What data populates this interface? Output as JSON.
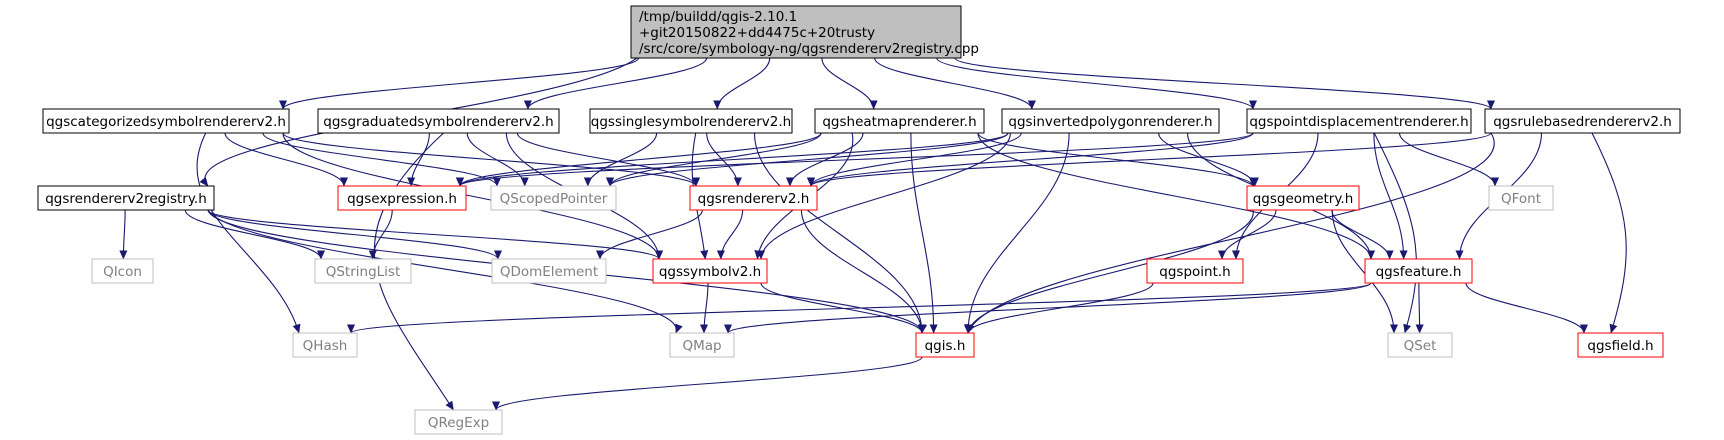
{
  "colors": {
    "edge": "#191970",
    "root_fill": "#bfbfbf",
    "root_border": "#000000",
    "normal_border": "#000000",
    "red_border": "#ff0000",
    "gray_border": "#bfbfbf",
    "gray_text": "#808080",
    "text": "#000000"
  },
  "nodes": [
    {
      "id": "root",
      "lines": [
        "/tmp/buildd/qgis-2.10.1",
        "+git20150822+dd4475c+20trusty",
        "/src/core/symbology-ng/qgsrendererv2registry.cpp"
      ],
      "style": "root"
    },
    {
      "id": "cat",
      "label": "qgscategorizedsymbolrendererv2.h",
      "style": "normal"
    },
    {
      "id": "grad",
      "label": "qgsgraduatedsymbolrendererv2.h",
      "style": "normal"
    },
    {
      "id": "single",
      "label": "qgssinglesymbolrendererv2.h",
      "style": "normal"
    },
    {
      "id": "heat",
      "label": "qgsheatmaprenderer.h",
      "style": "normal"
    },
    {
      "id": "inv",
      "label": "qgsinvertedpolygonrenderer.h",
      "style": "normal"
    },
    {
      "id": "pd",
      "label": "qgspointdisplacementrenderer.h",
      "style": "normal"
    },
    {
      "id": "rule",
      "label": "qgsrulebasedrendererv2.h",
      "style": "normal"
    },
    {
      "id": "reg",
      "label": "qgsrendererv2registry.h",
      "style": "normal"
    },
    {
      "id": "expr",
      "label": "qgsexpression.h",
      "style": "red"
    },
    {
      "id": "scoped",
      "label": "QScopedPointer",
      "style": "gray"
    },
    {
      "id": "rendv2",
      "label": "qgsrendererv2.h",
      "style": "red"
    },
    {
      "id": "geom",
      "label": "qgsgeometry.h",
      "style": "red"
    },
    {
      "id": "font",
      "label": "QFont",
      "style": "gray"
    },
    {
      "id": "icon",
      "label": "QIcon",
      "style": "gray"
    },
    {
      "id": "strlist",
      "label": "QStringList",
      "style": "gray"
    },
    {
      "id": "dom",
      "label": "QDomElement",
      "style": "gray"
    },
    {
      "id": "sym",
      "label": "qgssymbolv2.h",
      "style": "red"
    },
    {
      "id": "point",
      "label": "qgspoint.h",
      "style": "red"
    },
    {
      "id": "feat",
      "label": "qgsfeature.h",
      "style": "red"
    },
    {
      "id": "hash",
      "label": "QHash",
      "style": "gray"
    },
    {
      "id": "map",
      "label": "QMap",
      "style": "gray"
    },
    {
      "id": "qgis",
      "label": "qgis.h",
      "style": "red"
    },
    {
      "id": "set",
      "label": "QSet",
      "style": "gray"
    },
    {
      "id": "field",
      "label": "qgsfield.h",
      "style": "red"
    },
    {
      "id": "regexp",
      "label": "QRegExp",
      "style": "gray"
    }
  ],
  "edges": [
    [
      "root",
      "reg"
    ],
    [
      "root",
      "cat"
    ],
    [
      "root",
      "grad"
    ],
    [
      "root",
      "single"
    ],
    [
      "root",
      "heat"
    ],
    [
      "root",
      "inv"
    ],
    [
      "root",
      "pd"
    ],
    [
      "root",
      "rule"
    ],
    [
      "cat",
      "expr"
    ],
    [
      "cat",
      "scoped"
    ],
    [
      "cat",
      "rendv2"
    ],
    [
      "cat",
      "sym"
    ],
    [
      "cat",
      "hash"
    ],
    [
      "grad",
      "regexp"
    ],
    [
      "grad",
      "expr"
    ],
    [
      "grad",
      "scoped"
    ],
    [
      "grad",
      "rendv2"
    ],
    [
      "grad",
      "sym"
    ],
    [
      "single",
      "scoped"
    ],
    [
      "single",
      "rendv2"
    ],
    [
      "single",
      "sym"
    ],
    [
      "single",
      "qgis"
    ],
    [
      "heat",
      "expr"
    ],
    [
      "heat",
      "scoped"
    ],
    [
      "heat",
      "rendv2"
    ],
    [
      "heat",
      "sym"
    ],
    [
      "heat",
      "qgis"
    ],
    [
      "heat",
      "geom"
    ],
    [
      "heat",
      "feat"
    ],
    [
      "inv",
      "expr"
    ],
    [
      "inv",
      "scoped"
    ],
    [
      "inv",
      "rendv2"
    ],
    [
      "inv",
      "geom"
    ],
    [
      "inv",
      "sym"
    ],
    [
      "inv",
      "qgis"
    ],
    [
      "inv",
      "feat"
    ],
    [
      "pd",
      "expr"
    ],
    [
      "pd",
      "rendv2"
    ],
    [
      "pd",
      "font"
    ],
    [
      "pd",
      "point"
    ],
    [
      "pd",
      "feat"
    ],
    [
      "pd",
      "set"
    ],
    [
      "rule",
      "rendv2"
    ],
    [
      "rule",
      "feat"
    ],
    [
      "rule",
      "field"
    ],
    [
      "rule",
      "qgis"
    ],
    [
      "reg",
      "icon"
    ],
    [
      "reg",
      "strlist"
    ],
    [
      "reg",
      "dom"
    ],
    [
      "reg",
      "sym"
    ],
    [
      "reg",
      "map"
    ],
    [
      "reg",
      "qgis"
    ],
    [
      "expr",
      "strlist"
    ],
    [
      "rendv2",
      "dom"
    ],
    [
      "rendv2",
      "sym"
    ],
    [
      "rendv2",
      "qgis"
    ],
    [
      "geom",
      "point"
    ],
    [
      "geom",
      "feat"
    ],
    [
      "geom",
      "set"
    ],
    [
      "geom",
      "qgis"
    ],
    [
      "sym",
      "map"
    ],
    [
      "sym",
      "qgis"
    ],
    [
      "point",
      "qgis"
    ],
    [
      "feat",
      "hash"
    ],
    [
      "feat",
      "map"
    ],
    [
      "feat",
      "set"
    ],
    [
      "feat",
      "field"
    ],
    [
      "qgis",
      "regexp"
    ]
  ]
}
